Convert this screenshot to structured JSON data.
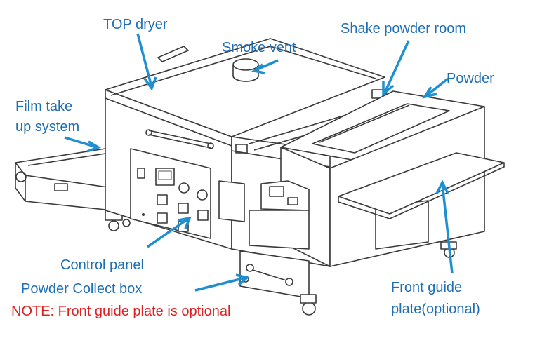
{
  "labels": {
    "top_dryer": "TOP dryer",
    "smoke_vent": "Smoke vent",
    "shake_powder_room": "Shake powder room",
    "powder": "Powder",
    "film_take_up_line1": "Film take",
    "film_take_up_line2": "up system",
    "control_panel": "Control panel",
    "powder_collect_box": "Powder Collect box",
    "note": "NOTE: Front guide plate is optional",
    "front_guide_line1": "Front guide",
    "front_guide_line2": "plate(optional)"
  },
  "colors": {
    "label": "#1f6fb5",
    "arrow": "#1f8fd0",
    "note": "#e02020",
    "outline": "#3a3a3a"
  }
}
